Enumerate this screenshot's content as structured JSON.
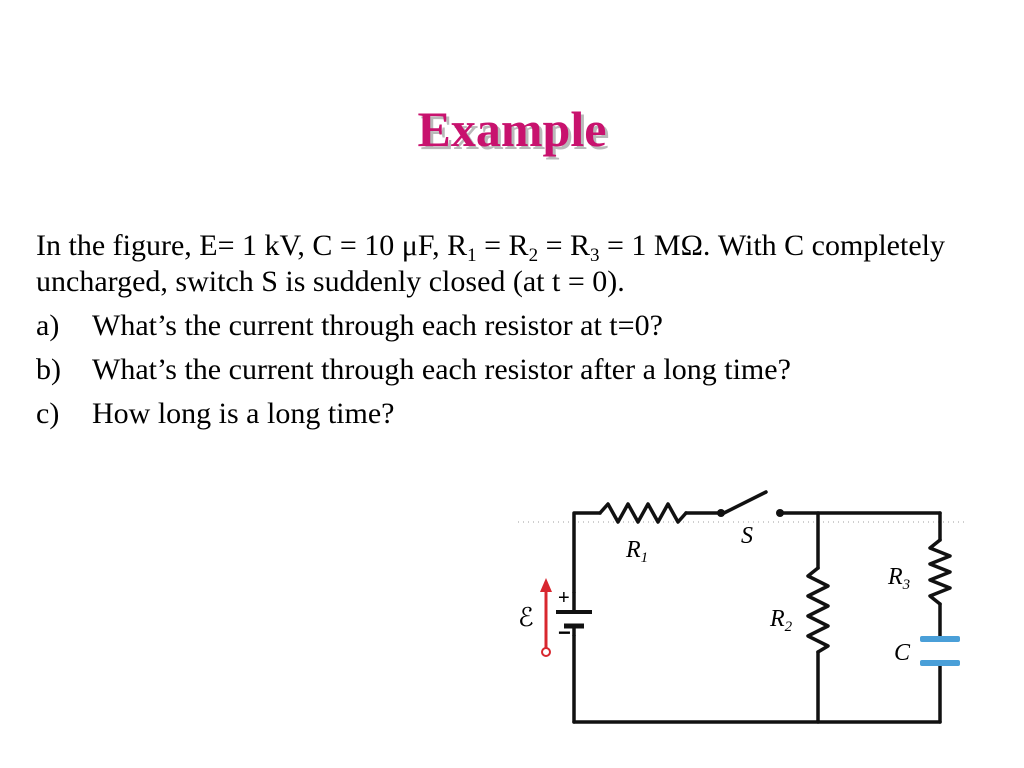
{
  "title": "Example",
  "intro": {
    "p1": "In the figure,  E= 1 kV, C = 10 μF, R",
    "s1": "1",
    "p2": " = R",
    "s2": "2",
    "p3": " = R",
    "s3": "3",
    "p4": " = 1 MΩ. With C completely uncharged, switch S is suddenly closed (at t = 0)."
  },
  "questions": [
    {
      "label": "a)",
      "text": "What’s the current through each resistor at t=0?"
    },
    {
      "label": "b)",
      "text": "What’s the current through each resistor after a long time?"
    },
    {
      "label": "c)",
      "text": "How long is a long time?"
    }
  ],
  "circuit": {
    "r1_label": "R",
    "r1_sub": "1",
    "r2_label": "R",
    "r2_sub": "2",
    "r3_label": "R",
    "r3_sub": "3",
    "switch_label": "S",
    "cap_label": "C",
    "emf_label": "ℰ",
    "plus": "+",
    "minus": "−",
    "colors": {
      "wire": "#111111",
      "emf_arrow": "#d8272f",
      "capacitor": "#4a9fd8"
    }
  }
}
